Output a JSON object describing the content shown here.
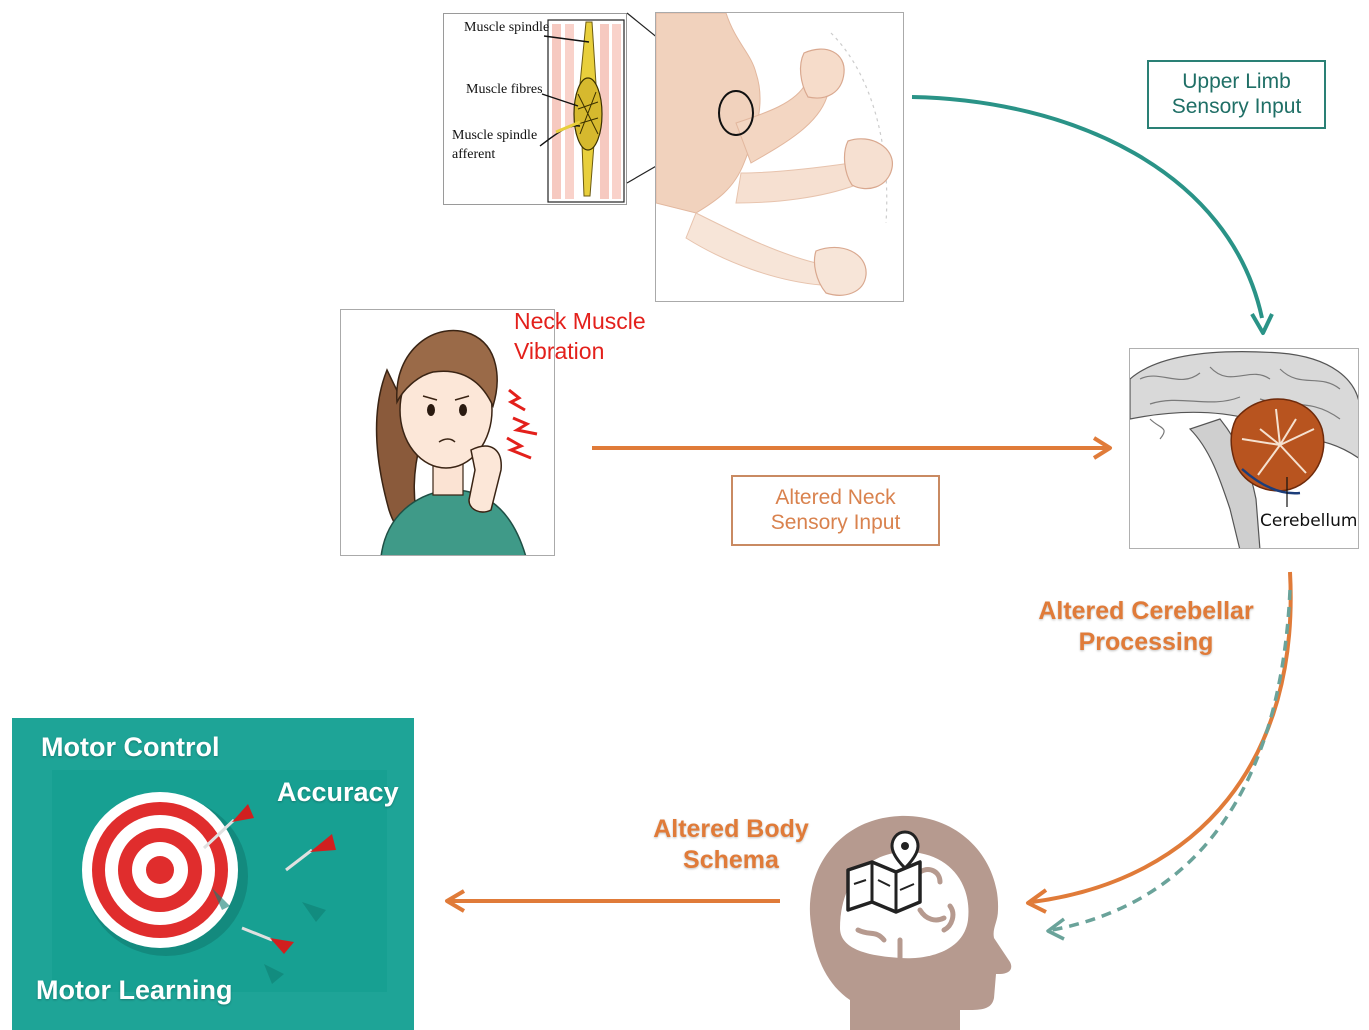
{
  "upper_limb": {
    "inset_labels": [
      "Muscle spindle",
      "Muscle fibres",
      "Muscle spindle",
      "afferent"
    ],
    "caption_line1": "Upper Limb",
    "caption_line2": "Sensory Input"
  },
  "neck": {
    "title_line1": "Neck Muscle",
    "title_line2": "Vibration",
    "caption_line1": "Altered Neck",
    "caption_line2": "Sensory Input"
  },
  "brain": {
    "label": "Cerebellum"
  },
  "cerebellar": {
    "line1": "Altered Cerebellar",
    "line2": "Processing"
  },
  "body_schema": {
    "line1": "Altered Body",
    "line2": "Schema"
  },
  "motor": {
    "control": "Motor Control",
    "accuracy": "Accuracy",
    "learning": "Motor Learning"
  },
  "colors": {
    "teal": "#2a9387",
    "orange": "#e07b39",
    "red_text": "#e3201b",
    "motor_bg": "#1ea497",
    "head": "#b79a8f"
  }
}
